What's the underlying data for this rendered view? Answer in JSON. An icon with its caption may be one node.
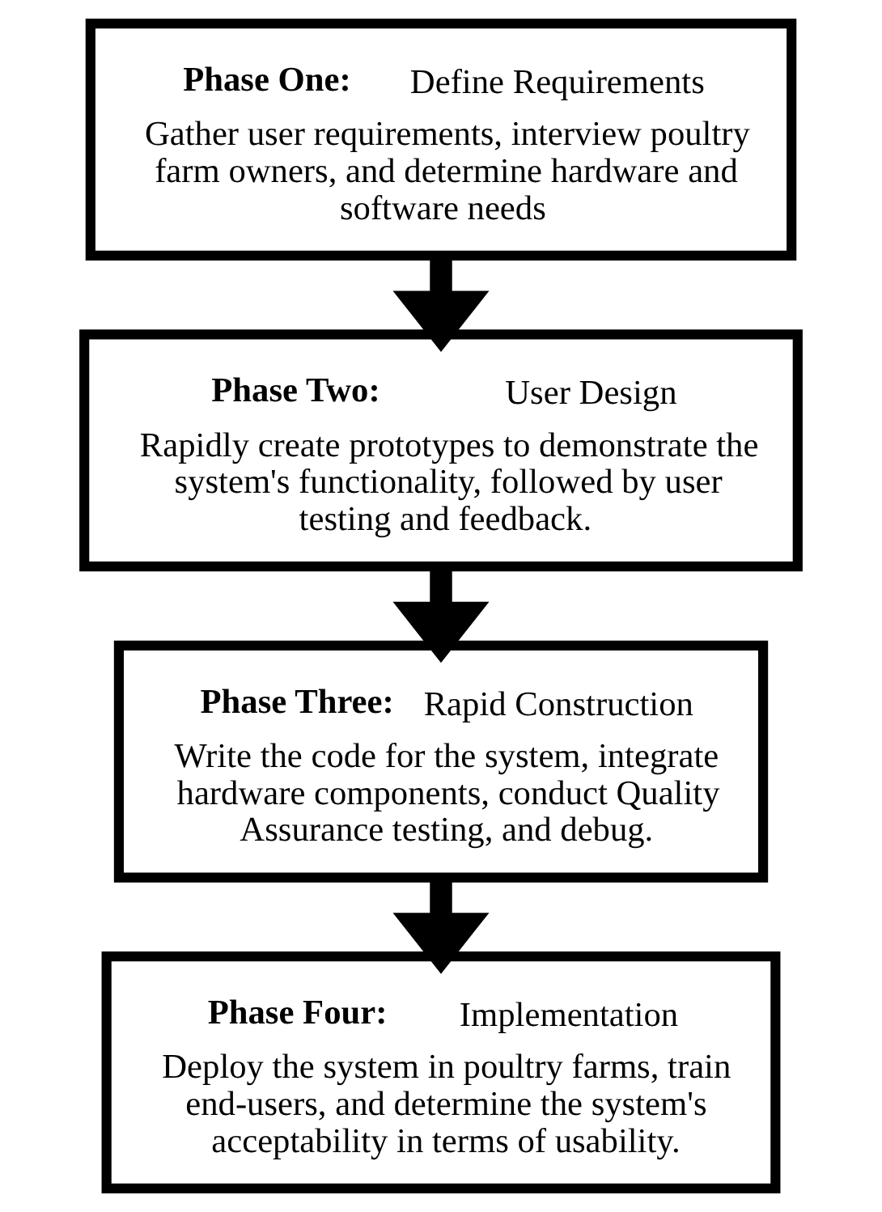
{
  "diagram": {
    "nodes": [
      {
        "text": [
          "**Phase One:** Define Requirements",
          "Gather user requirements, interview poultry farm owners, and determine hardware and software needs"
        ]
      },
      {
        "text": [
          "**Phase Two:** User Design",
          "Rapidly create prototypes to demonstrate the system's functionality, followed by user testing and feedback."
        ]
      },
      {
        "text": [
          "**Phase Three:** Rapid Construction",
          "Write the code for the system, integrate hardware components, conduct Quality Assurance testing, and debug."
        ]
      },
      {
        "text": [
          "**Phase Four:** Implementation",
          "Deploy the system in poultry farms, train end-users, and determine the system's acceptability in terms of usability."
        ]
      }
    ],
    "edges": [
      {
        "from": 0,
        "to": 1,
        "arrow": "to"
      },
      {
        "from": 1,
        "to": 2,
        "arrow": "to"
      },
      {
        "from": 2,
        "to": 3,
        "arrow": "to"
      }
    ]
  }
}
